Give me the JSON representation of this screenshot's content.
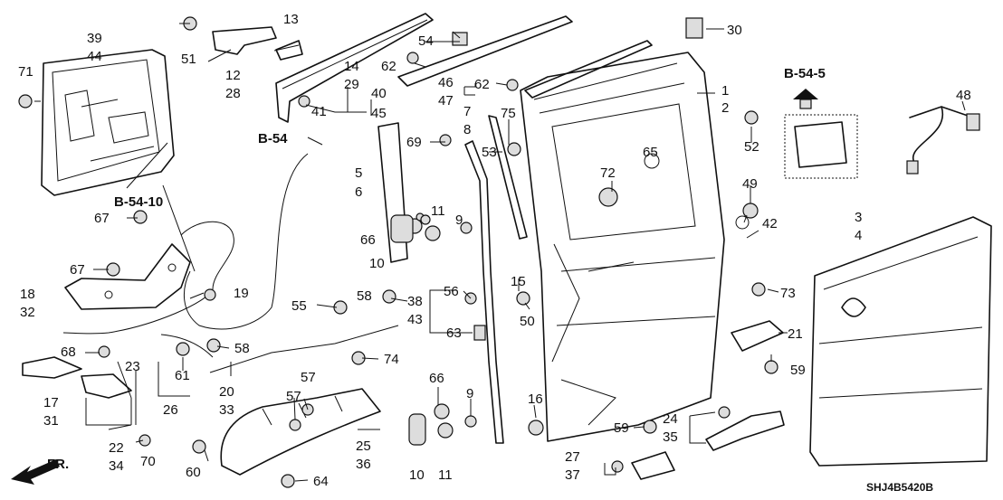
{
  "callouts": [
    "1",
    "2",
    "3",
    "4",
    "5",
    "6",
    "7",
    "8",
    "9",
    "9",
    "10",
    "10",
    "11",
    "11",
    "12",
    "13",
    "14",
    "15",
    "16",
    "17",
    "18",
    "19",
    "20",
    "21",
    "22",
    "23",
    "24",
    "25",
    "26",
    "27",
    "28",
    "29",
    "30",
    "31",
    "32",
    "33",
    "34",
    "35",
    "36",
    "37",
    "38",
    "39",
    "40",
    "41",
    "42",
    "43",
    "44",
    "45",
    "46",
    "47",
    "48",
    "49",
    "50",
    "51",
    "52",
    "53",
    "54",
    "54",
    "55",
    "56",
    "57",
    "57",
    "58",
    "58",
    "59",
    "59",
    "60",
    "61",
    "62",
    "62",
    "63",
    "64",
    "65",
    "66",
    "66",
    "67",
    "67",
    "68",
    "69",
    "70",
    "71",
    "72",
    "73",
    "74",
    "75"
  ],
  "section_refs": [
    "B-54-5",
    "B-54",
    "B-54-10"
  ],
  "direction_label": "FR.",
  "diagram_code": "SHJ4B5420B",
  "colors": {
    "ink": "#111111",
    "background": "#ffffff"
  }
}
